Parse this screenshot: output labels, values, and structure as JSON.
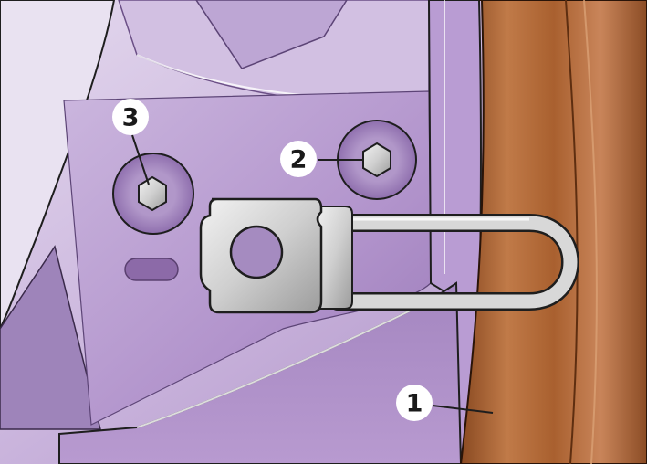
{
  "callouts": [
    {
      "id": "callout-1",
      "label": "1"
    },
    {
      "id": "callout-2",
      "label": "2"
    },
    {
      "id": "callout-3",
      "label": "3"
    }
  ],
  "colors": {
    "panel_purple": "#b89ad0",
    "panel_light": "#d8c8e6",
    "panel_shadow": "#8a6aa6",
    "pipe_brown": "#b96e3c",
    "pipe_dark": "#7a3f1c",
    "metal_gray": "#c9c9c9",
    "outline": "#1e1e1e"
  }
}
